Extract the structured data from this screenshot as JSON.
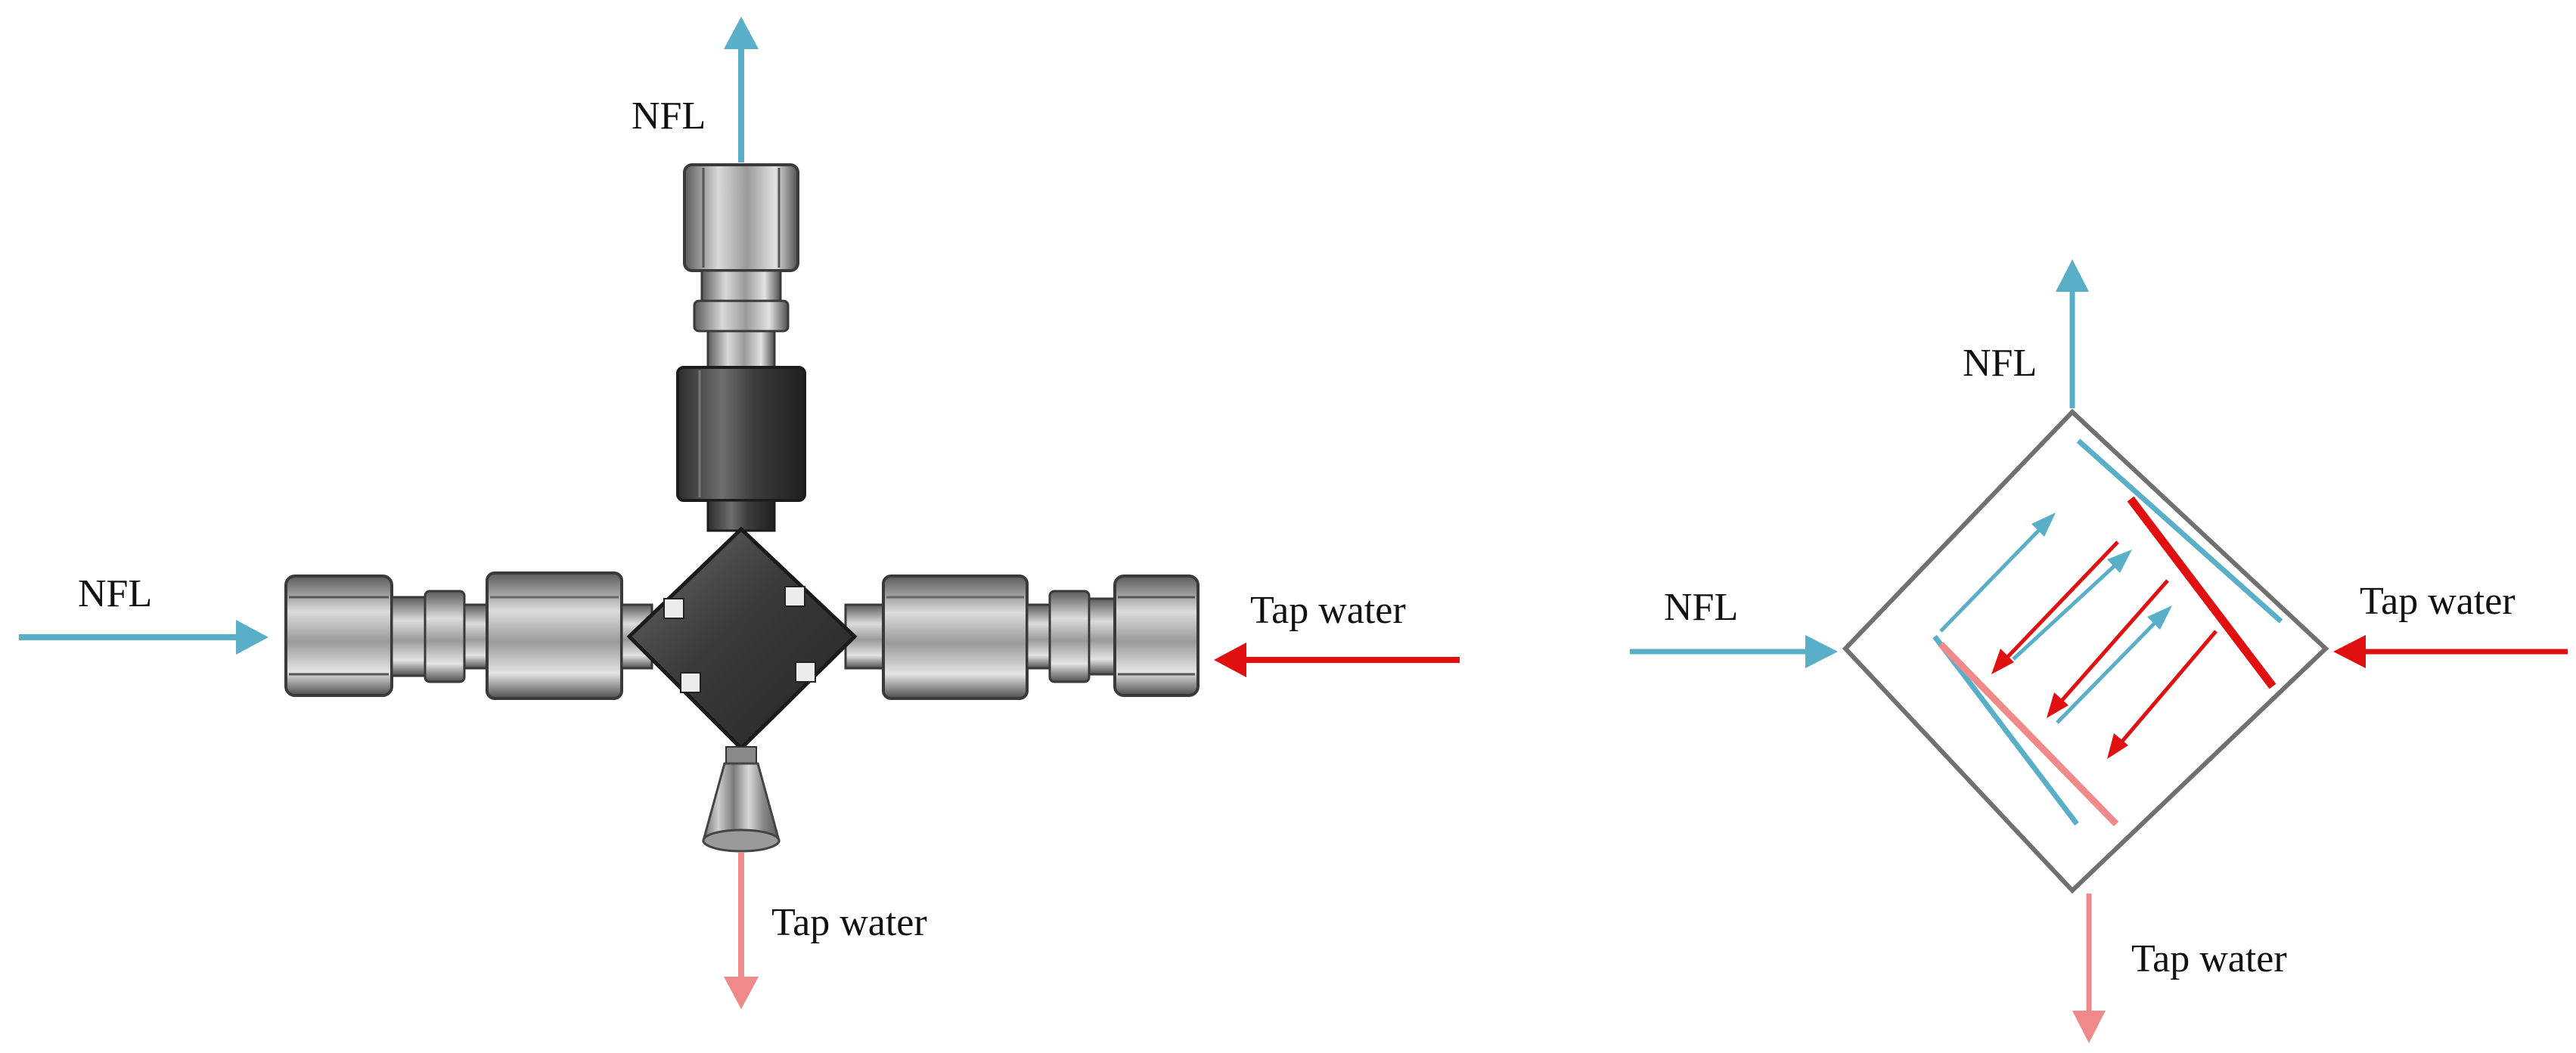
{
  "colors": {
    "nfl": "#5aafc8",
    "tap_in": "#e01010",
    "tap_out": "#f08a8a",
    "frame": "#707070",
    "steel_dark": "#3a3a3a",
    "steel_mid": "#8c8c8c",
    "steel_light": "#d6d6d6"
  },
  "photo": {
    "label_nfl_top": "NFL",
    "label_nfl_left": "NFL",
    "label_tap_right": "Tap water",
    "label_tap_bottom": "Tap water"
  },
  "schematic": {
    "label_nfl_top": "NFL",
    "label_nfl_left": "NFL",
    "label_tap_right": "Tap water",
    "label_tap_bottom": "Tap water"
  }
}
